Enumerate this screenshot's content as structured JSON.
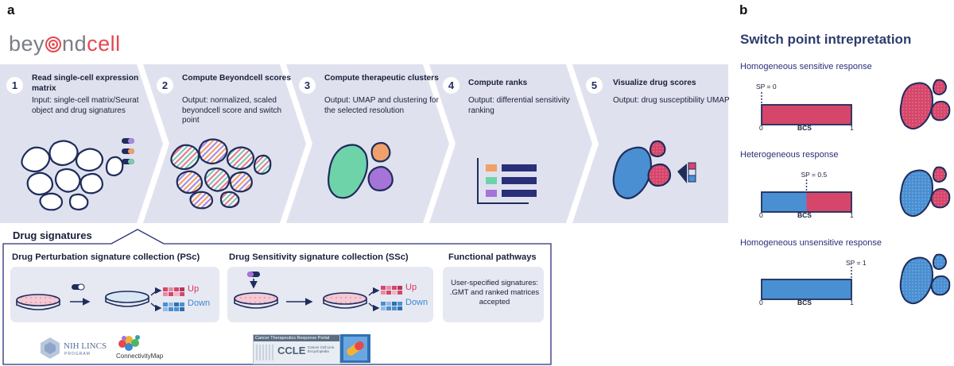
{
  "panel_a": {
    "letter": "a",
    "logo": {
      "part1": "bey",
      "part2": "nd",
      "part3": "cell"
    },
    "steps": [
      {
        "number": "1",
        "title": "Read single-cell expression matrix",
        "description": "Input: single-cell matrix/Seurat object and drug signatures"
      },
      {
        "number": "2",
        "title": "Compute Beyondcell scores",
        "description": "Output: normalized, scaled beyondcell score and switch point"
      },
      {
        "number": "3",
        "title": "Compute therapeutic clusters",
        "description": "Output: UMAP and clustering for the selected resolution"
      },
      {
        "number": "4",
        "title": "Compute ranks",
        "description": "Output: differential sensitivity ranking"
      },
      {
        "number": "5",
        "title": "Visualize drug scores",
        "description": "Output: drug susceptibility UMAP"
      }
    ],
    "drug_signatures": {
      "title": "Drug signatures",
      "psc_title": "Drug Perturbation signature collection (PSc)",
      "ssc_title": "Drug Sensitivity signature collection (SSc)",
      "functional_title": "Functional pathways",
      "functional_text": "User-specified signatures: .GMT and ranked matrices accepted",
      "up_label": "Up",
      "down_label": "Down",
      "logos": {
        "lincs": "NIH LINCS",
        "lincs_sub": "PROGRAM",
        "cmap": "ConnectivityMap",
        "ctrp": "Cancer Therapeutics Response Portal",
        "ccle": "CCLE",
        "ccle_sub": "Cancer Cell Line Encyclopedia"
      }
    }
  },
  "panel_b": {
    "letter": "b",
    "title": "Switch point intrepretation",
    "scenarios": [
      {
        "label": "Homogeneous sensitive response",
        "sp_label": "SP = 0",
        "switch_point": 0
      },
      {
        "label": "Heterogeneous response",
        "sp_label": "SP = 0.5",
        "switch_point": 0.5
      },
      {
        "label": "Homogeneous unsensitive response",
        "sp_label": "SP = 1",
        "switch_point": 1
      }
    ],
    "axis_min": "0",
    "axis_max": "1",
    "axis_label": "BCS"
  },
  "colors": {
    "navy": "#1f2d5c",
    "band": "#dfe2ee",
    "red": "#d6466b",
    "blue": "#4a8fd2",
    "accent": "#e5484d"
  }
}
